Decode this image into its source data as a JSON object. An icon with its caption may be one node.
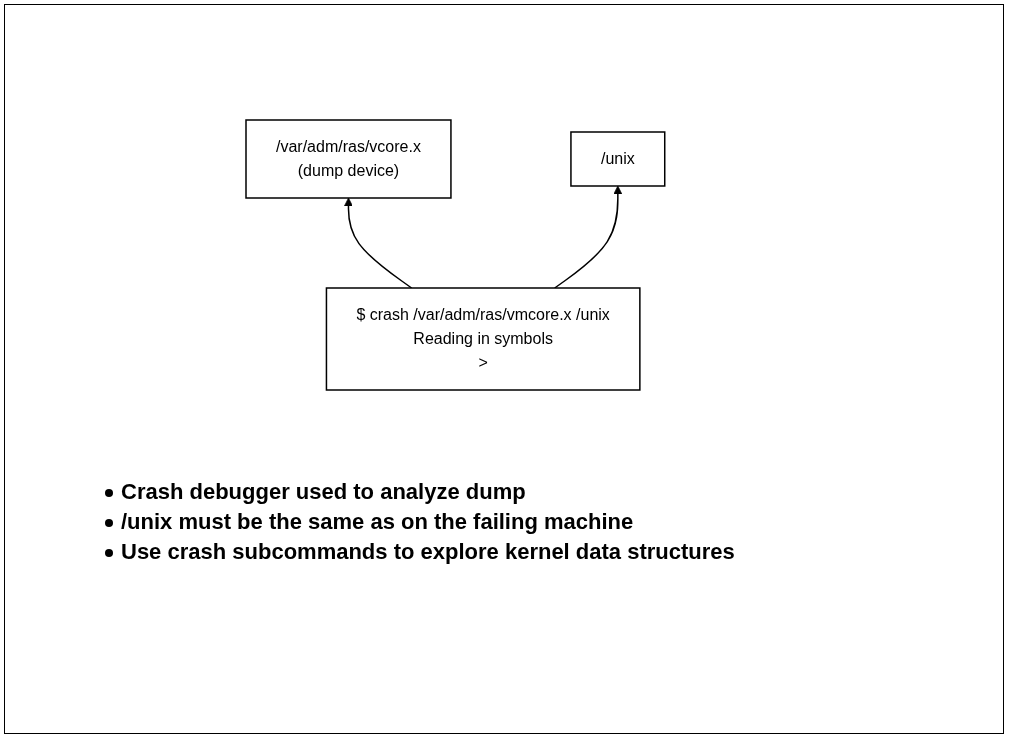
{
  "diagram": {
    "nodes": [
      {
        "text": [
          "/var/adm/ras/vcore.x",
          "(dump device)"
        ]
      },
      {
        "text": [
          "/unix"
        ]
      },
      {
        "text": [
          "$ crash /var/adm/ras/vmcore.x /unix",
          "Reading in symbols",
          ">"
        ]
      }
    ],
    "edges": [
      {
        "from": 2,
        "to": 0,
        "arrow": "to"
      },
      {
        "from": 2,
        "to": 1,
        "arrow": "to"
      }
    ],
    "labels": [
      "Crash debugger used to analyze dump",
      "/unix must be the same as on the failing machine",
      "Use crash subcommands to explore kernel data structures"
    ]
  }
}
